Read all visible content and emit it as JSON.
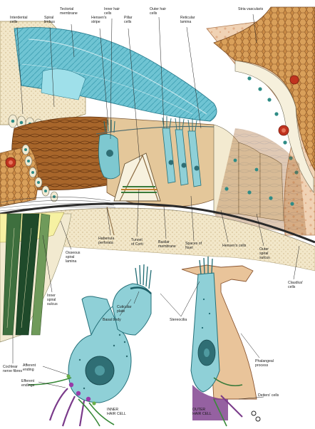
{
  "figure": {
    "labels": {
      "interdental_cells": "Interdental\ncells",
      "spiral_limbus": "Spiral\nlimbus",
      "tectorial_membrane": "Tectorial\nmembrane",
      "hensens_stripe": "Hensen's\nstripe",
      "inner_hair_cells": "Inner hair\ncells",
      "pillar_cells": "Pillar\ncells",
      "outer_hair_cells": "Outer hair\ncells",
      "reticular_lamina": "Reticular\nlamina",
      "stria_vascularis": "Stria vascularis",
      "habenula_perforata": "Habenula\nperforata",
      "tunnel_of_corti": "Tunnel\nof Corti",
      "basilar_membrane": "Basilar\nmembrane",
      "spaces_of_nuel": "Spaces of\nNuel",
      "hensens_cells": "Hensen's cells",
      "outer_spiral_sulcus": "Outer\nspiral\nsulcus",
      "claudius_cells": "Claudius'\ncells",
      "osseous_spiral_lamina": "Osseous\nspiral\nlamina",
      "inner_spiral_sulcus": "Inner\nspiral\nsulcus",
      "cochlear_nerve_fibres": "Cochlear\nnerve fibres",
      "cuticular_plate": "Cuticular\nplate",
      "basal_body": "Basal body",
      "stereocilia": "Stereocilia",
      "phalangeal_process": "Phalangeal\nprocess",
      "afferent_ending": "Afferent\nending",
      "efferent_endings": "Efferent\nendings",
      "deiters_cells": "Deiters' cells",
      "inner_hair_cell": "INNER\nHAIR CELL",
      "outer_hair_cell": "OUTER\nHAIR CELL"
    }
  }
}
